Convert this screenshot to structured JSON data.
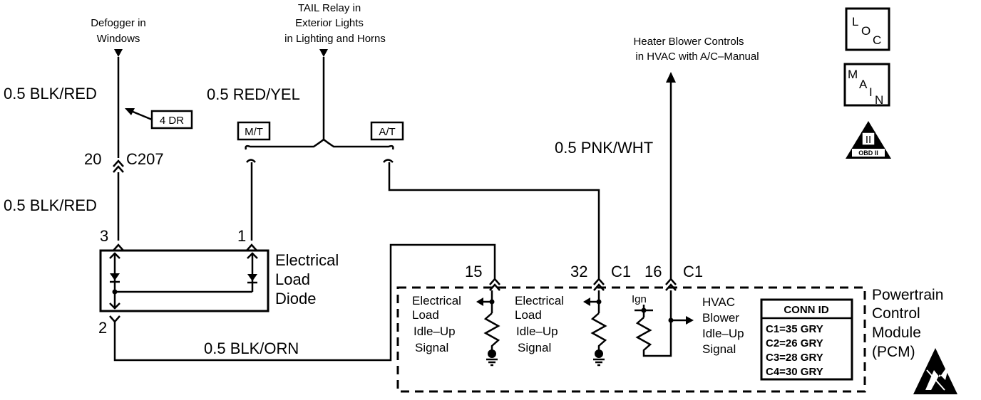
{
  "refs": {
    "defogger": [
      "Defogger in",
      "Windows"
    ],
    "tail_relay": [
      "TAIL Relay in",
      "Exterior Lights",
      "in Lighting and Horns"
    ],
    "heater": [
      "Heater Blower Controls",
      "in HVAC with A/C–Manual"
    ]
  },
  "wires": {
    "blk_red_top": "0.5 BLK/RED",
    "blk_red_bot": "0.5 BLK/RED",
    "red_yel": "0.5 RED/YEL",
    "pnk_wht": "0.5 PNK/WHT",
    "blk_orn": "0.5 BLK/ORN"
  },
  "tags": {
    "four_dr": "4 DR",
    "mt": "M/T",
    "at": "A/T"
  },
  "connector": {
    "pin": "20",
    "id": "C207"
  },
  "diode": {
    "pin3": "3",
    "pin1": "1",
    "pin2": "2",
    "label": [
      "Electrical",
      "Load",
      "Diode"
    ]
  },
  "pcm": {
    "pin15": "15",
    "pin32": "32",
    "pin32_conn": "C1",
    "pin16": "16",
    "pin16_conn": "C1",
    "ign": "Ign",
    "circuit1": [
      "Electrical",
      "Load",
      "Idle–Up",
      "Signal"
    ],
    "circuit2": [
      "Electrical",
      "Load",
      "Idle–Up",
      "Signal"
    ],
    "circuit3": [
      "HVAC",
      "Blower",
      "Idle–Up",
      "Signal"
    ],
    "title": [
      "Powertrain",
      "Control",
      "Module",
      "(PCM)"
    ],
    "conn_id": {
      "header": "CONN ID",
      "rows": [
        "C1=35 GRY",
        "C2=26 GRY",
        "C3=28 GRY",
        "C4=30 GRY"
      ]
    }
  },
  "icons": {
    "loc": [
      "L",
      "O",
      "C"
    ],
    "main": [
      "M",
      "A",
      "I",
      "N"
    ],
    "obd": [
      "II",
      "OBD II"
    ],
    "esd": "esd-warning-icon"
  }
}
